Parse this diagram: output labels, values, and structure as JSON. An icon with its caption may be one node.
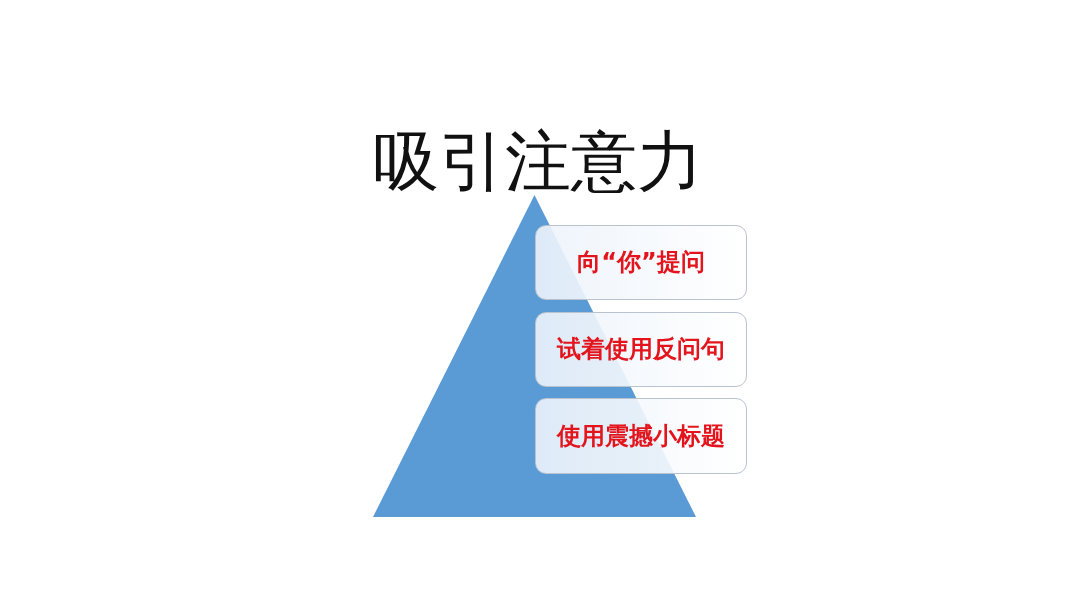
{
  "diagram": {
    "title": "吸引注意力",
    "nodes": [
      {
        "text": [],
        "shape": "triangle"
      },
      {
        "text": [
          "向“你”提问"
        ]
      },
      {
        "text": [
          "试着使用反问句"
        ]
      },
      {
        "text": [
          "使用震撼小标题"
        ]
      }
    ]
  }
}
